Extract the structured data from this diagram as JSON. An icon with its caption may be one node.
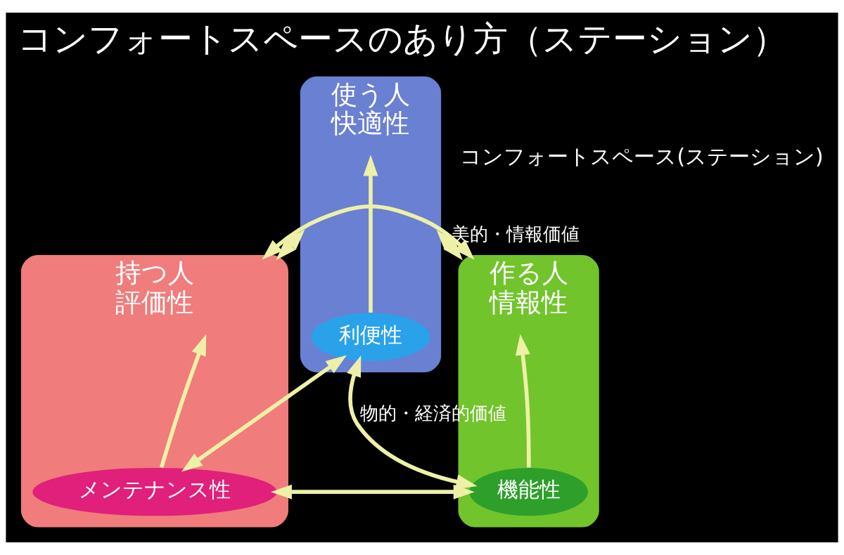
{
  "diagram": {
    "title": "コンフォートスペースのあり方（ステーション）",
    "nodes": [
      {
        "text": [
          "使う人",
          "快適性"
        ]
      },
      {
        "text": [
          "利便性"
        ],
        "in": 0
      },
      {
        "text": [
          "持つ人",
          "評価性"
        ]
      },
      {
        "text": [
          "メンテナンス性"
        ],
        "in": 2
      },
      {
        "text": [
          "作る人",
          "情報性"
        ]
      },
      {
        "text": [
          "機能性"
        ],
        "in": 4
      }
    ],
    "edges": [
      {
        "from": 1,
        "to": 0,
        "arrow": "to"
      },
      {
        "from": 3,
        "to": 2,
        "arrow": "to"
      },
      {
        "from": 5,
        "to": 4,
        "arrow": "to"
      },
      {
        "from": 0,
        "to": 2,
        "arrow": "both"
      },
      {
        "from": 0,
        "to": 4,
        "arrow": "both",
        "label": "美的・情報価値"
      },
      {
        "from": 1,
        "to": 3,
        "arrow": "both"
      },
      {
        "from": 1,
        "to": 5,
        "arrow": "both",
        "label": "物的・経済的価値"
      },
      {
        "from": 3,
        "to": 5,
        "arrow": "both"
      },
      {
        "from": 2,
        "to": 4,
        "arrow": "both"
      }
    ],
    "labels": [
      "コンフォートスペース(ステーション)"
    ]
  }
}
